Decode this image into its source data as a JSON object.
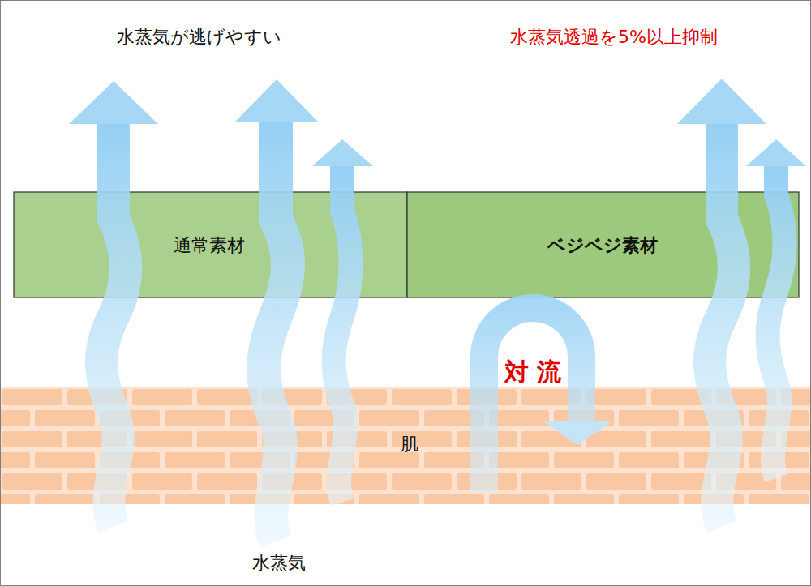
{
  "diagram": {
    "nodes": [
      {
        "text": [
          "通常素材"
        ]
      },
      {
        "text": [
          "ベジベジ素材"
        ]
      },
      {
        "text": [
          "肌"
        ]
      }
    ],
    "labels": [
      "水蒸気が逃げやすい",
      "水蒸気透過を5%以上抑制",
      "対 流",
      "水蒸気"
    ]
  }
}
